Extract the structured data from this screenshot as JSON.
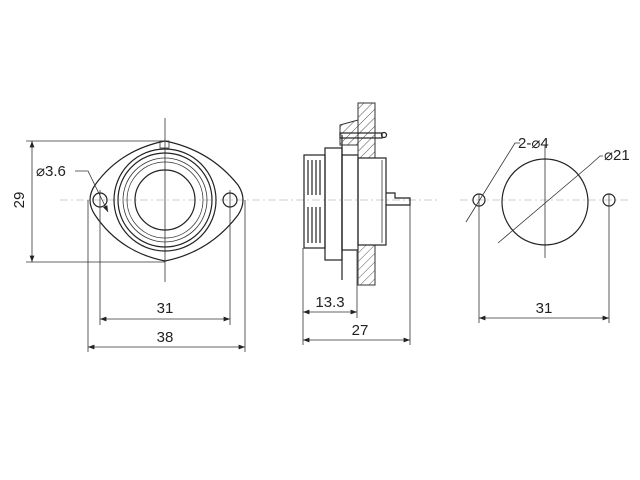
{
  "front_view": {
    "hole_diameter_label": "⌀3.6",
    "height_label": "29",
    "hole_spacing_label": "31",
    "width_label": "38"
  },
  "side_view": {
    "front_depth_label": "13.3",
    "total_depth_label": "27"
  },
  "panel_cutout": {
    "holes_label": "2-⌀4",
    "cutout_diameter_label": "⌀21",
    "hole_spacing_label": "31"
  }
}
